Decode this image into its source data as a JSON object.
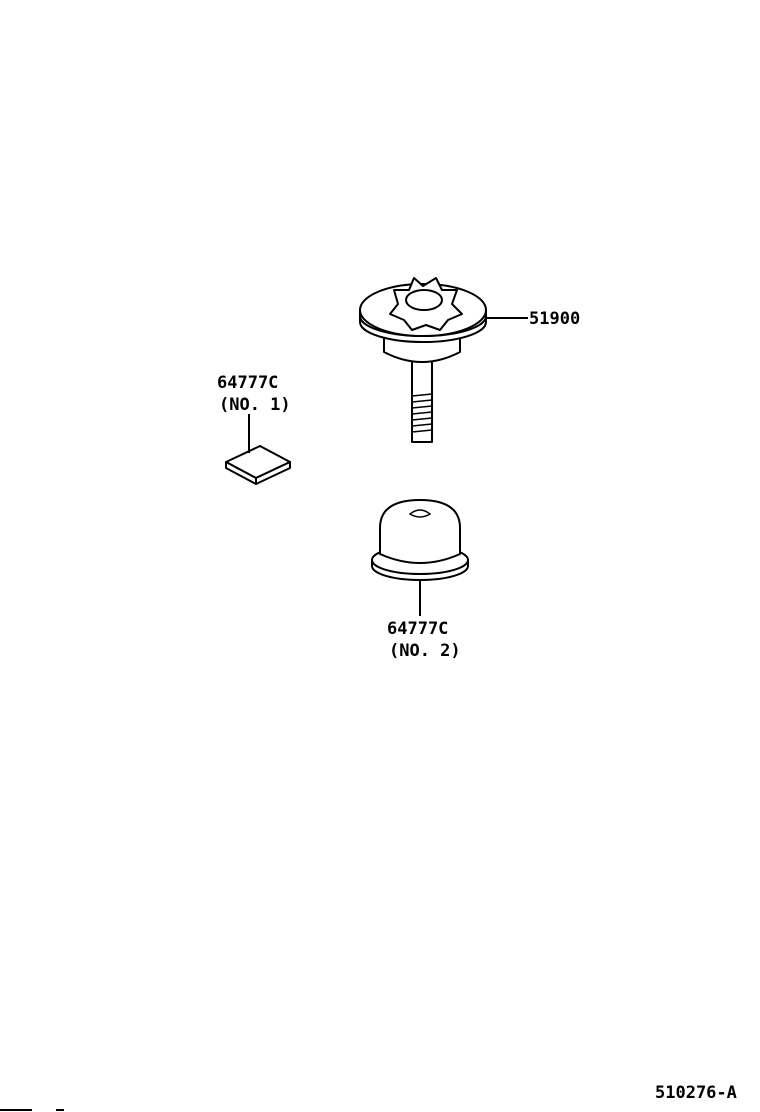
{
  "callouts": {
    "spare_wheel_carrier_bolt": "51900",
    "pad_no1_number": "64777C",
    "pad_no1_suffix": "(NO. 1)",
    "pad_no2_number": "64777C",
    "pad_no2_suffix": "(NO. 2)"
  },
  "figure_id": "510276-A"
}
